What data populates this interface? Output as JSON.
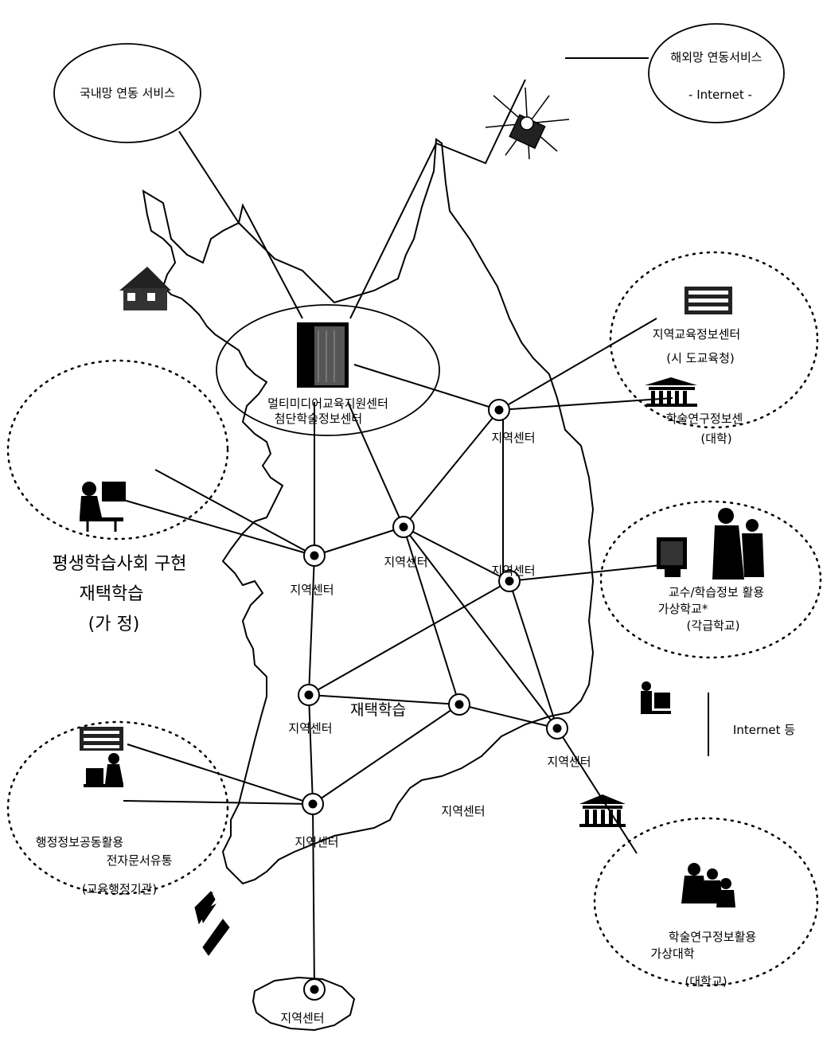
{
  "labels": {
    "domestic_service": "국내망 연동 서비스",
    "overseas_service": "해외망 연동서비스",
    "overseas_internet": "- Internet -",
    "multimedia_center": "멀티미디어교육지원센터",
    "academic_center": "첨단학술정보센터",
    "regional_edu_center": "지역교육정보센터",
    "city_edu_office": "(시 도교육청)",
    "academic_research_center": "학술연구정보센",
    "university_paren": "(대학)",
    "lifelong_learning": "평생학습사회 구현",
    "home_learning_left": "재택학습",
    "home_paren": "(가   정)",
    "professor_virtual_school": "교수/학습정보 활용",
    "virtual_school": "가상학교*",
    "each_school_paren": "(각급학교)",
    "internet_etc": "Internet 등",
    "admin_info_share": "행정정보공동활용",
    "e_document": "전자문서유통",
    "edu_admin_paren": "(교육행정기관)",
    "home_learning_center": "재택학습",
    "academic_research_use": "학술연구정보활용",
    "virtual_university": "가상대학",
    "university_paren2": "(대학교)",
    "regional_center": "지역센터"
  },
  "regional_centers": [
    "지역센터",
    "지역센터",
    "지역센터",
    "지역센터",
    "지역센터",
    "지역센터",
    "지역센터",
    "지역센터",
    "지역센터"
  ],
  "icons": [
    "building-icon",
    "house-icon",
    "user-at-computer-icon",
    "office-building-icon",
    "bank-building-icon",
    "people-group-icon",
    "computer-monitor-icon",
    "satellite-icon",
    "lightning-icon"
  ]
}
